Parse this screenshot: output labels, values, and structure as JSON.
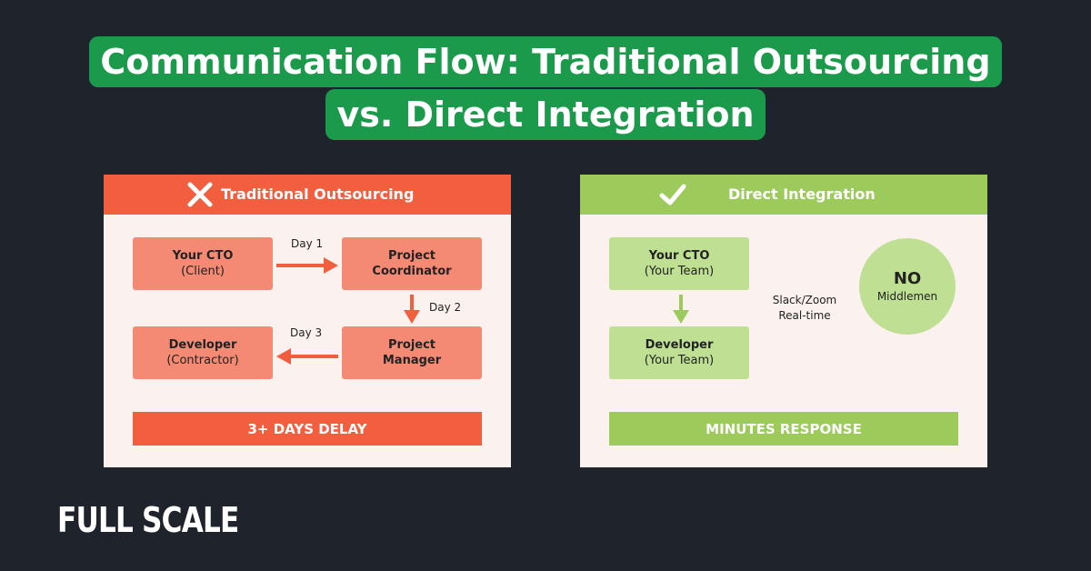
{
  "title": {
    "line1": "Communication Flow: Traditional Outsourcing",
    "line2": "vs. Direct Integration"
  },
  "colors": {
    "background": "#1f232c",
    "title_bg": "#1a9a4a",
    "traditional_accent": "#f15f3f",
    "traditional_node": "#f48a73",
    "direct_accent": "#9ccb5b",
    "direct_node": "#bfe092",
    "panel_bg": "#fbf1ef"
  },
  "traditional": {
    "header": "Traditional Outsourcing",
    "header_icon": "x-icon",
    "nodes": {
      "cto": {
        "title": "Your CTO",
        "subtitle": "(Client)"
      },
      "coordinator": {
        "title": "Project Coordinator",
        "subtitle": ""
      },
      "manager": {
        "title": "Project Manager",
        "subtitle": ""
      },
      "developer": {
        "title": "Developer",
        "subtitle": "(Contractor)"
      }
    },
    "steps": {
      "day1": "Day 1",
      "day2": "Day 2",
      "day3": "Day 3"
    },
    "footer": "3+ DAYS DELAY"
  },
  "direct": {
    "header": "Direct Integration",
    "header_icon": "check-icon",
    "nodes": {
      "cto": {
        "title": "Your CTO",
        "subtitle": "(Your Team)"
      },
      "developer": {
        "title": "Developer",
        "subtitle": "(Your Team)"
      }
    },
    "channel": {
      "line1": "Slack/Zoom",
      "line2": "Real-time"
    },
    "badge": {
      "big": "NO",
      "small": "Middlemen"
    },
    "footer": "MINUTES RESPONSE"
  },
  "brand": "FULL SCALE"
}
